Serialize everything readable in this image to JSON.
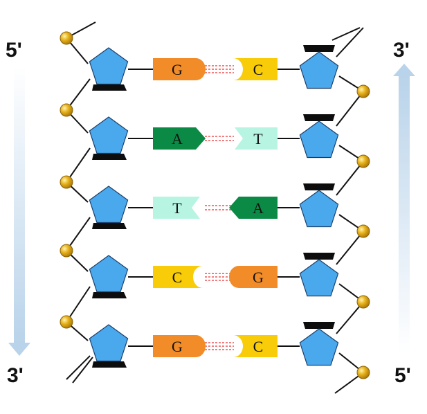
{
  "left_strand": {
    "top_label": "5'",
    "bottom_label": "3'"
  },
  "right_strand": {
    "top_label": "3'",
    "bottom_label": "5'"
  },
  "base_pairs": [
    {
      "left": "G",
      "right": "C"
    },
    {
      "left": "A",
      "right": "T"
    },
    {
      "left": "T",
      "right": "A"
    },
    {
      "left": "C",
      "right": "G"
    },
    {
      "left": "G",
      "right": "C"
    }
  ],
  "colors": {
    "G": "#f28c28",
    "C": "#f9cc0a",
    "A": "#0a8a45",
    "T": "#b7f5e2",
    "sugar": "#4aa8ec",
    "phosphate": "#e8b21a",
    "hydrogen_bond": "#ee3030",
    "arrow": "#b9d3ea"
  }
}
